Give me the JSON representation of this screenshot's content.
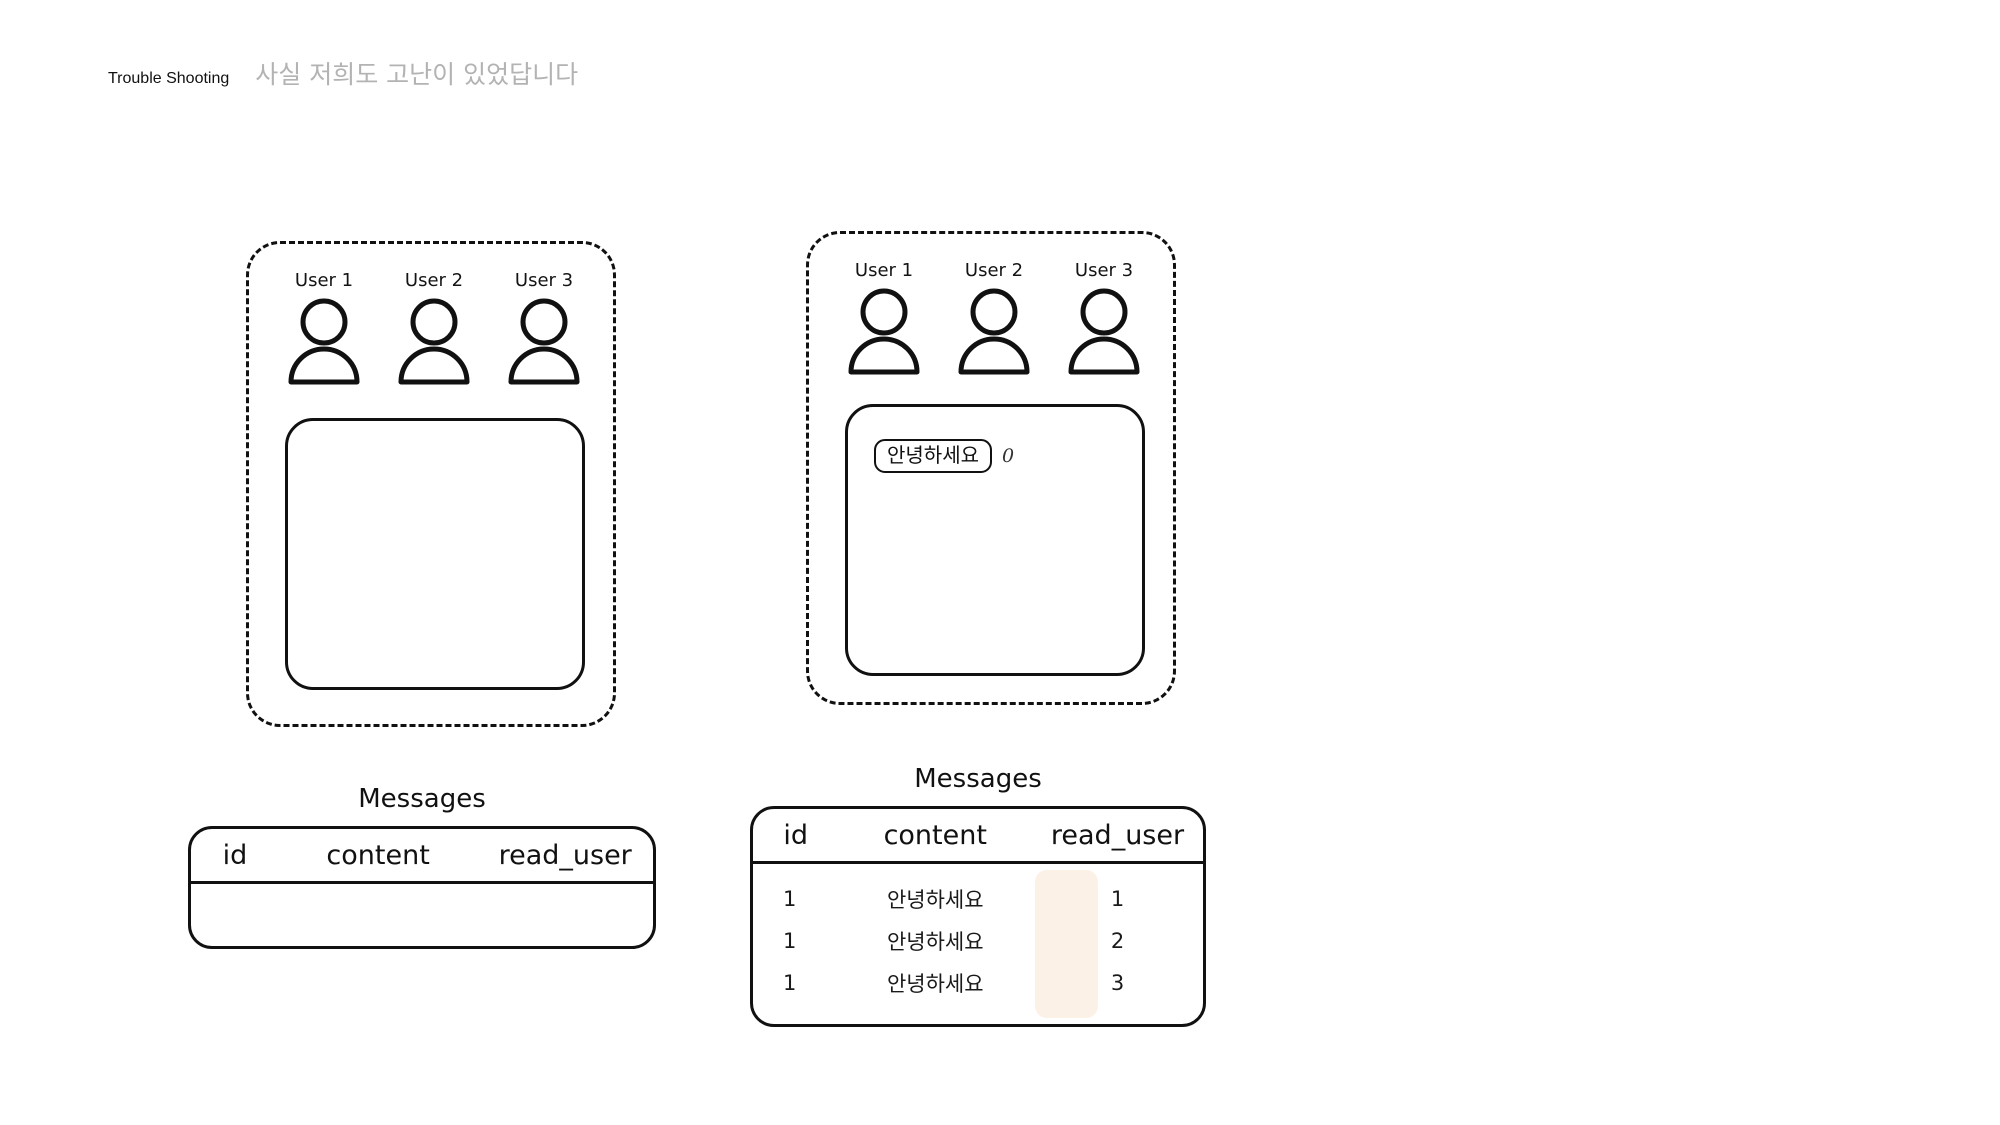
{
  "header": {
    "title": "Trouble Shooting",
    "subtitle": "사실 저희도 고난이 있었답니다"
  },
  "panels": {
    "left": {
      "users": [
        {
          "label": "User 1",
          "icon": "person-icon"
        },
        {
          "label": "User 2",
          "icon": "person-icon"
        },
        {
          "label": "User 3",
          "icon": "person-icon"
        }
      ],
      "chat": {
        "messages": []
      }
    },
    "right": {
      "users": [
        {
          "label": "User 1",
          "icon": "person-icon"
        },
        {
          "label": "User 2",
          "icon": "person-icon"
        },
        {
          "label": "User 3",
          "icon": "person-icon"
        }
      ],
      "chat": {
        "messages": [
          {
            "text": "안녕하세요",
            "unread_count": "0"
          }
        ]
      }
    }
  },
  "tables": {
    "left": {
      "title": "Messages",
      "columns": [
        "id",
        "content",
        "read_user"
      ],
      "rows": []
    },
    "right": {
      "title": "Messages",
      "columns": [
        "id",
        "content",
        "read_user"
      ],
      "rows": [
        [
          "1",
          "안녕하세요",
          "1"
        ],
        [
          "1",
          "안녕하세요",
          "2"
        ],
        [
          "1",
          "안녕하세요",
          "3"
        ]
      ],
      "highlight_column": "read_user",
      "highlight_color": "#fbf1e6"
    }
  },
  "colors": {
    "ink": "#111111",
    "subtitle_gray": "#b3b3b3",
    "highlight": "#fbf1e6",
    "background": "#ffffff"
  }
}
